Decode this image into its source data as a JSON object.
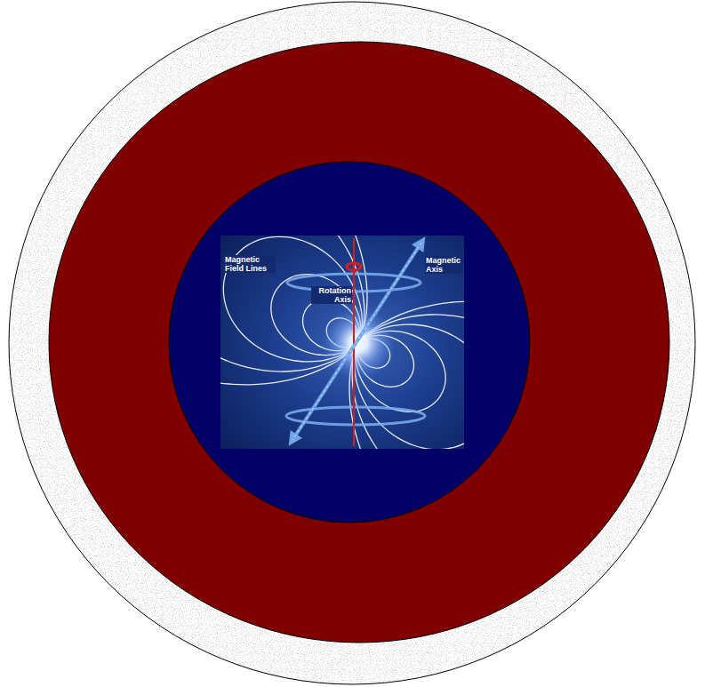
{
  "diagram": {
    "labels": [
      "Magnetic Field Lines",
      "Magnetic Axis",
      "Rotation Axis"
    ]
  }
}
